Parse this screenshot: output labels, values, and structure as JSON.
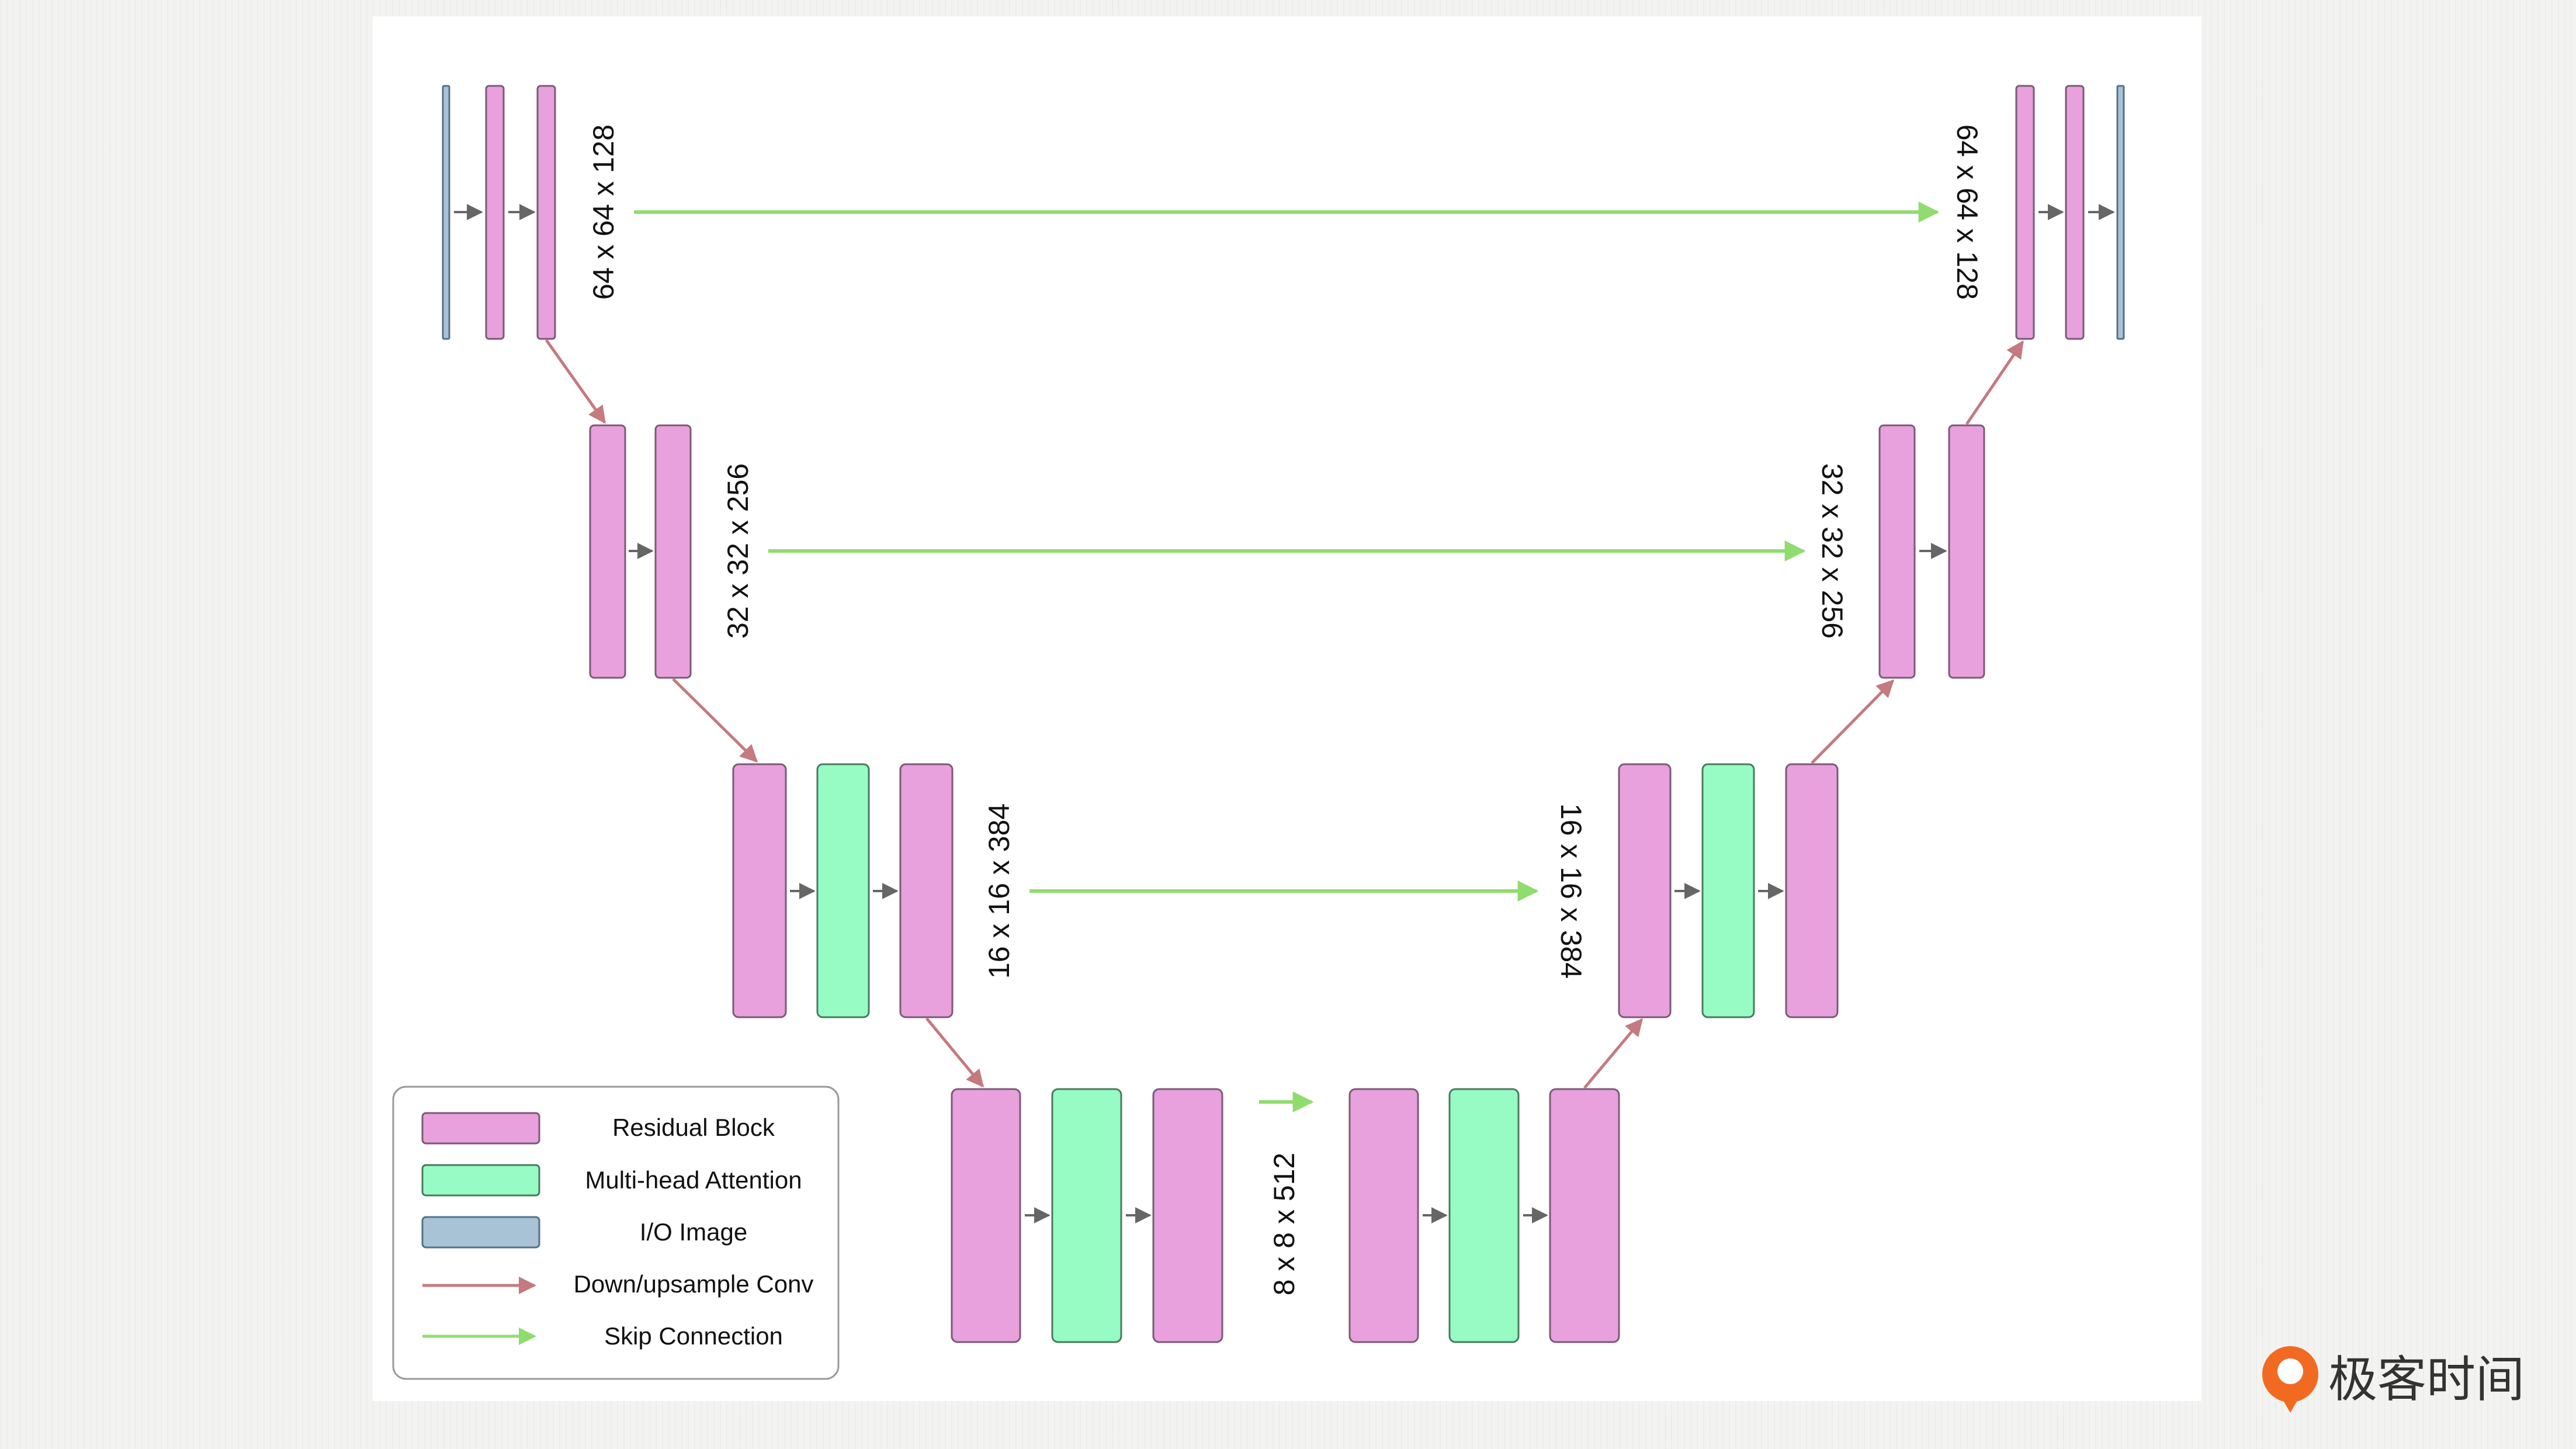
{
  "colors": {
    "residual": "#e8a1dc",
    "attention": "#97fbc4",
    "io": "#a9c3d6",
    "downup_arrow": "#c47a7f",
    "skip_arrow": "#90dc6e",
    "inner_arrow": "#666666",
    "block_stroke": "#7a5a75"
  },
  "labels": {
    "l64_left": "64 x 64 x 128",
    "l64_right": "64 x 64 x 128",
    "l32_left": "32 x 32 x 256",
    "l32_right": "32 x 32 x 256",
    "l16_left": "16 x 16 x 384",
    "l16_right": "16 x 16 x 384",
    "l8_mid": "8 x 8 x 512"
  },
  "legend": {
    "items": [
      {
        "swatch": "residual",
        "label": "Residual Block"
      },
      {
        "swatch": "attention",
        "label": "Multi-head Attention"
      },
      {
        "swatch": "io",
        "label": "I/O Image"
      },
      {
        "swatch": "downup_arrow",
        "label": "Down/upsample Conv"
      },
      {
        "swatch": "skip_arrow",
        "label": "Skip Connection"
      }
    ]
  },
  "brand": {
    "name": "极客时间",
    "icon": "geektime-logo-icon"
  }
}
